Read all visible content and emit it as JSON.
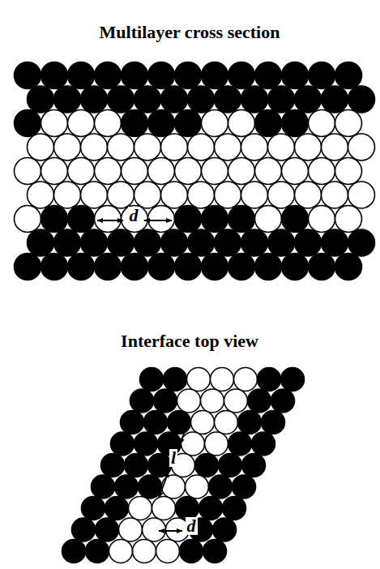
{
  "diagram": {
    "labels": [
      "Multilayer cross section",
      "d",
      "Interface top view",
      "l",
      "d"
    ]
  }
}
